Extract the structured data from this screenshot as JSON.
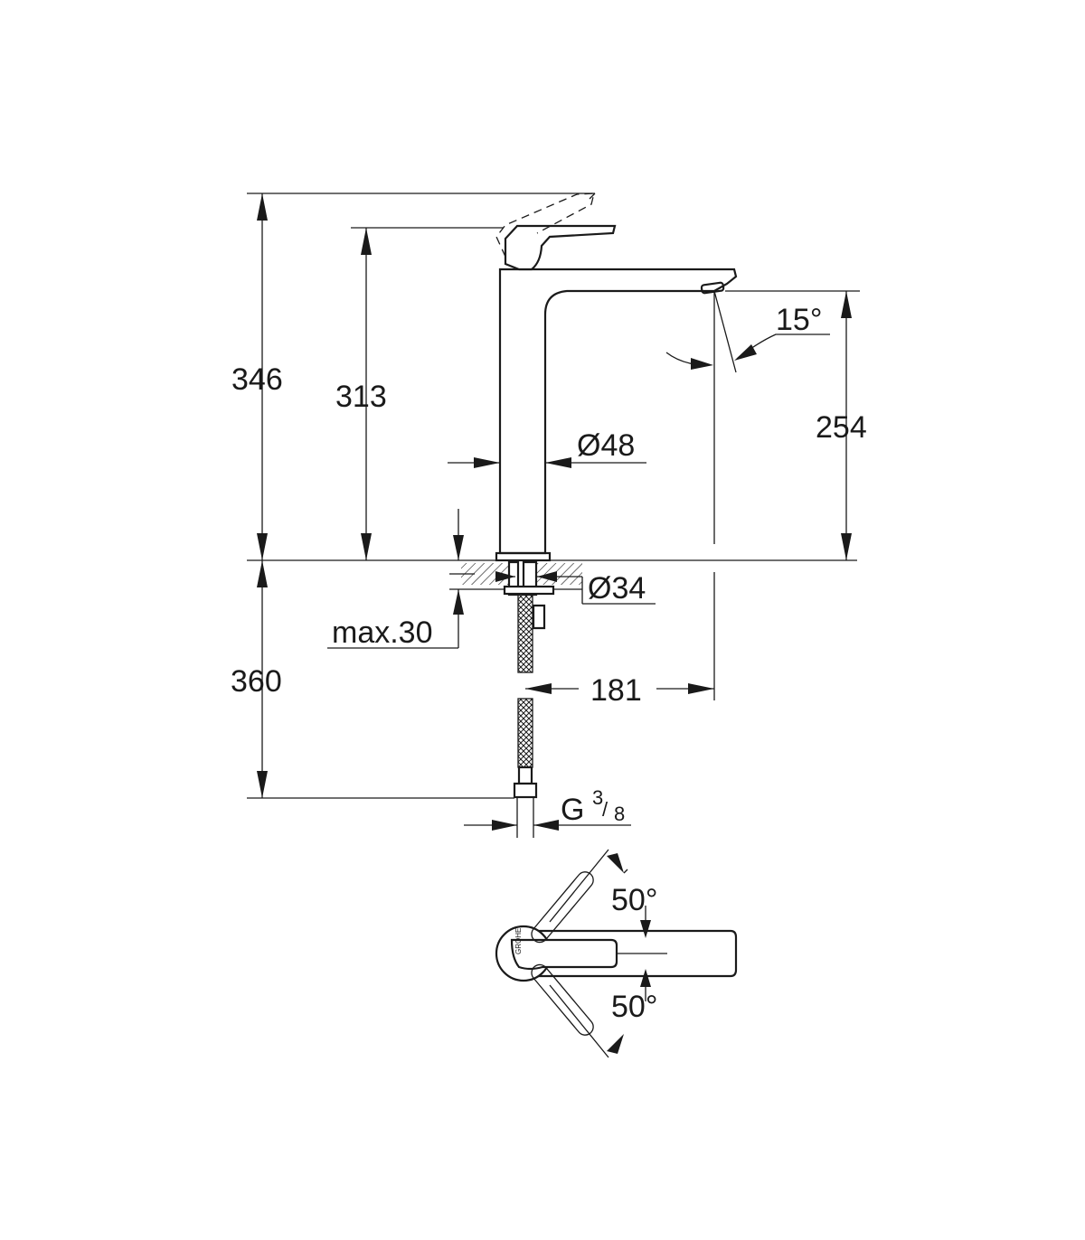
{
  "dimensions": {
    "total_height": "346",
    "lever_height": "313",
    "spout_height": "254",
    "spout_angle": "15°",
    "body_diameter": "Ø48",
    "hole_diameter": "Ø34",
    "max_deck": "max.30",
    "hose_length": "360",
    "spout_reach": "181",
    "thread": "G",
    "thread_num": "3",
    "thread_den": "8",
    "lever_angle_up": "50°",
    "lever_angle_down": "50°"
  },
  "logo": {
    "text": "GROHE"
  },
  "colors": {
    "line": "#1a1a1a",
    "background": "#ffffff"
  }
}
